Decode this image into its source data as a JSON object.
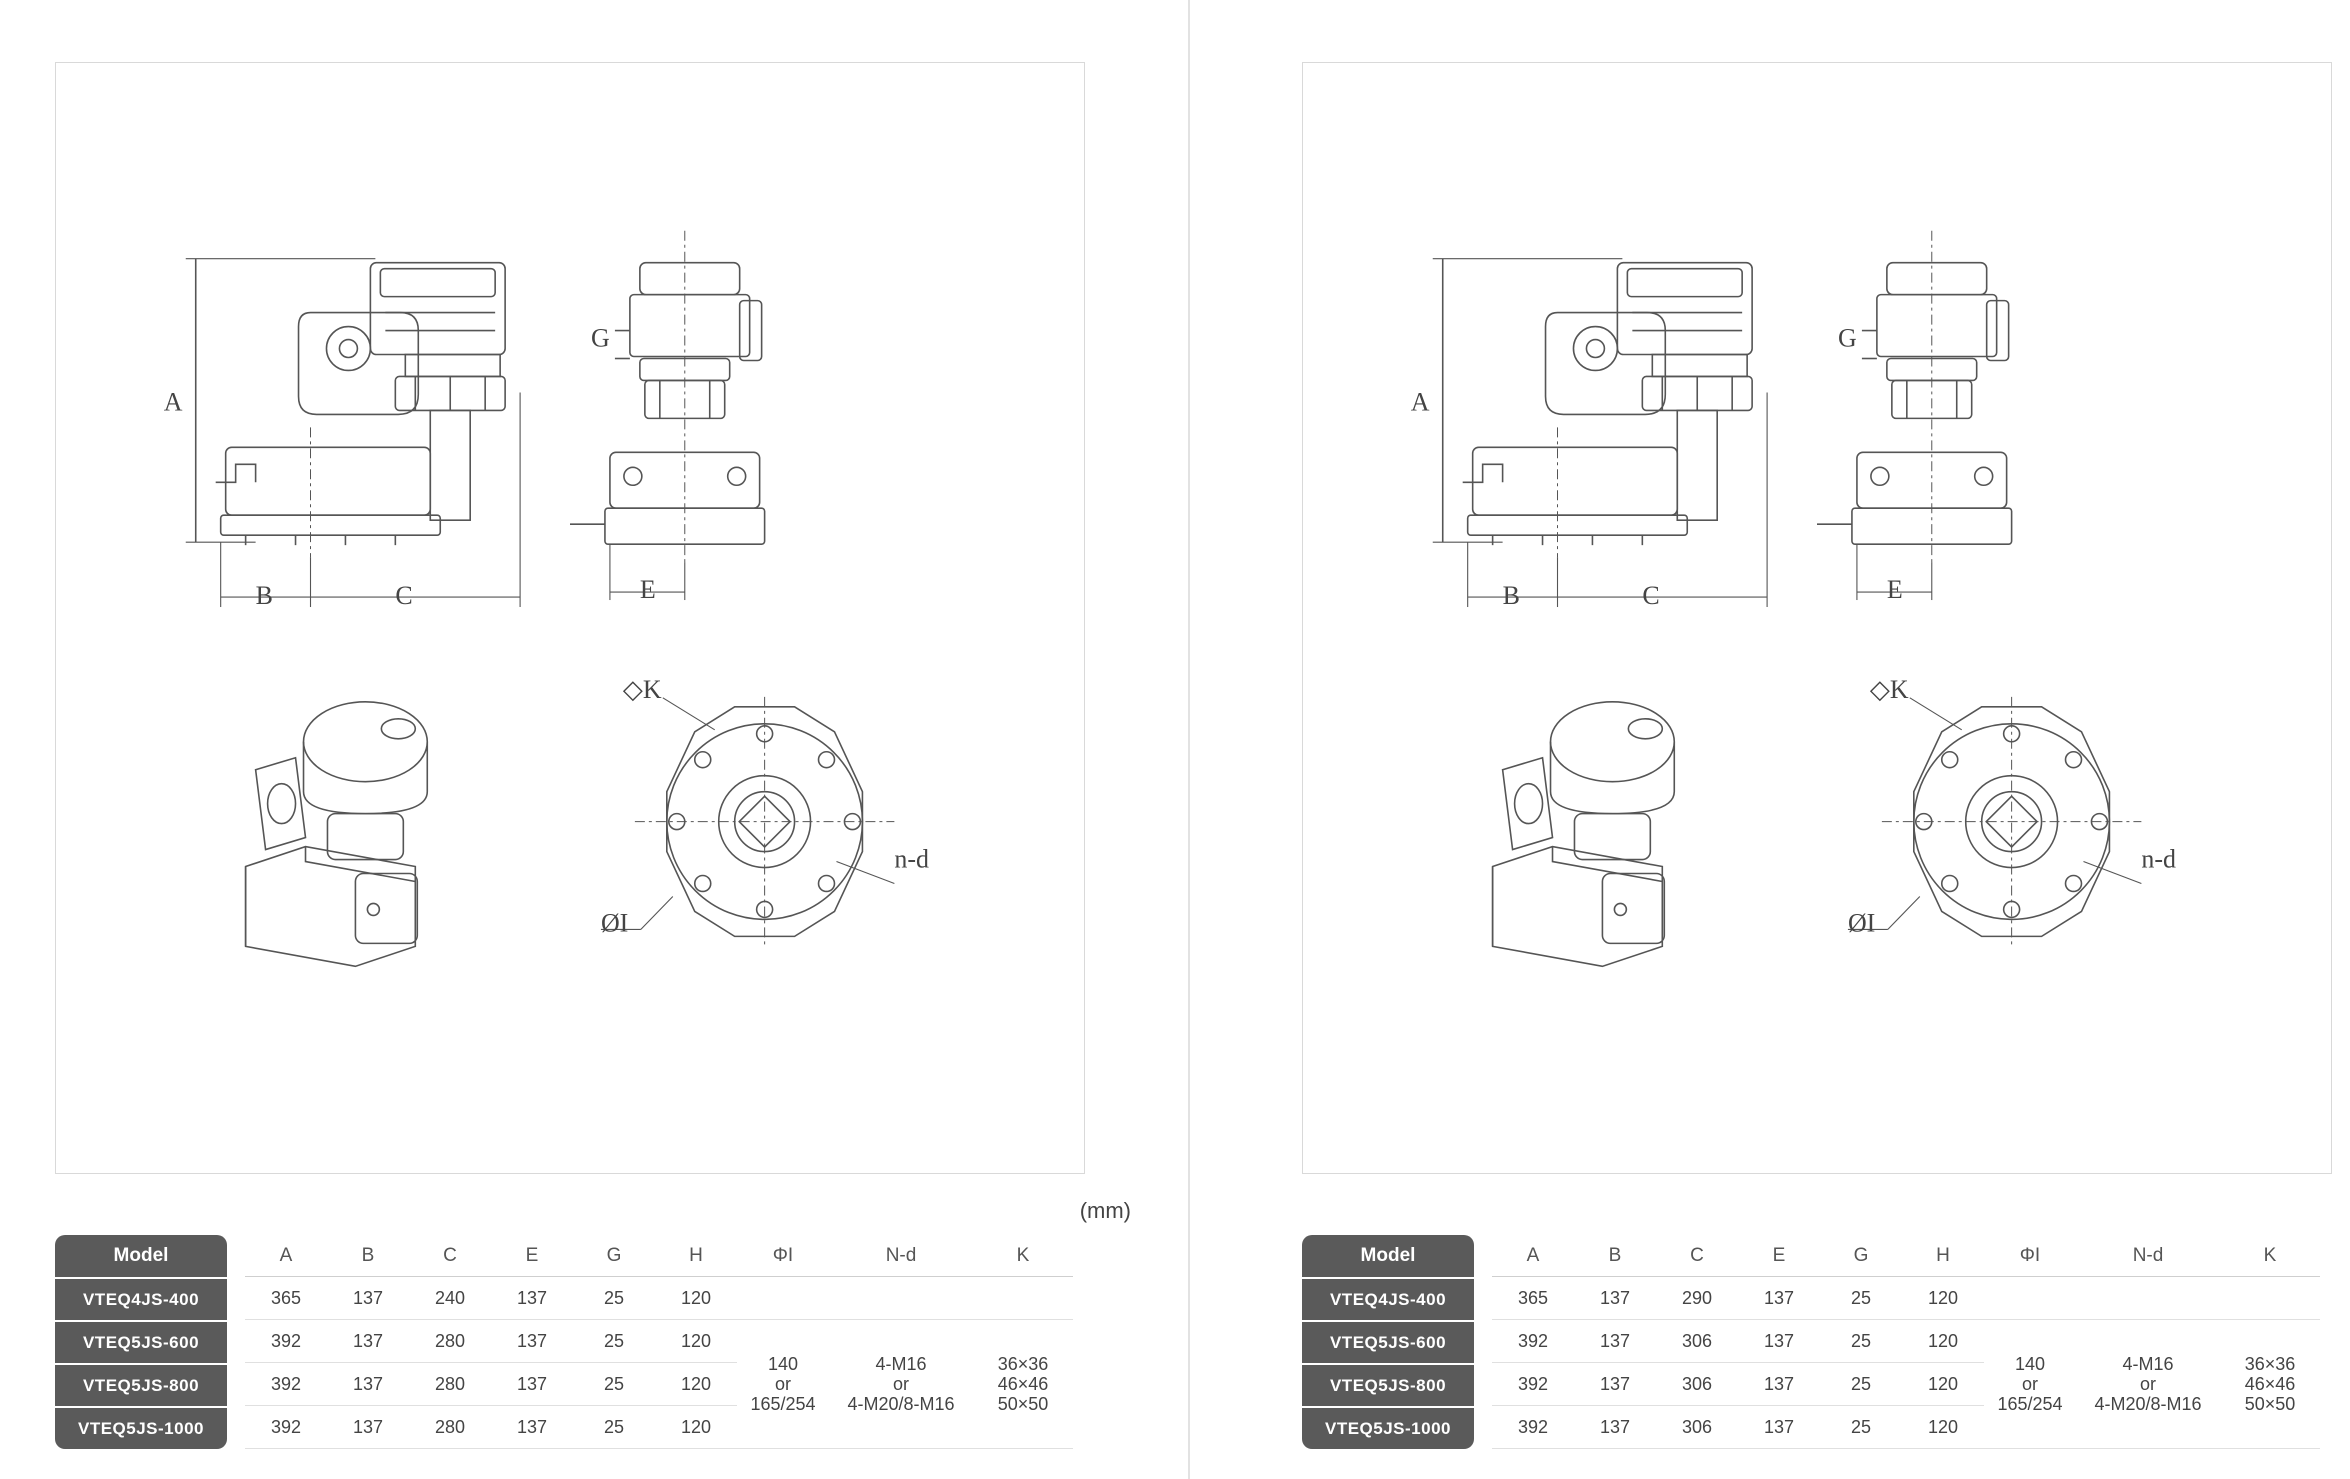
{
  "pages": [
    {
      "id": "left",
      "unit": "(mm)",
      "drawing_labels": {
        "A": "A",
        "B": "B",
        "C": "C",
        "G": "G",
        "E": "E",
        "K": "◇K",
        "I": "ØI",
        "nd": "n-d"
      },
      "headers": [
        "Model",
        "A",
        "B",
        "C",
        "E",
        "G",
        "H",
        "ΦI",
        "N-d",
        "K"
      ],
      "rows": [
        {
          "model": "VTEQ4JS-400",
          "A": "365",
          "B": "137",
          "C": "240",
          "E": "137",
          "G": "25",
          "H": "120"
        },
        {
          "model": "VTEQ5JS-600",
          "A": "392",
          "B": "137",
          "C": "280",
          "E": "137",
          "G": "25",
          "H": "120"
        },
        {
          "model": "VTEQ5JS-800",
          "A": "392",
          "B": "137",
          "C": "280",
          "E": "137",
          "G": "25",
          "H": "120"
        },
        {
          "model": "VTEQ5JS-1000",
          "A": "392",
          "B": "137",
          "C": "280",
          "E": "137",
          "G": "25",
          "H": "120"
        }
      ],
      "merged": {
        "phi_i": [
          "140",
          "or",
          "165/254"
        ],
        "nd": [
          "4-M16",
          "or",
          "4-M20/8-M16"
        ],
        "k": [
          "36×36",
          "46×46",
          "50×50"
        ]
      }
    },
    {
      "id": "right",
      "unit": "(mm)",
      "drawing_labels": {
        "A": "A",
        "B": "B",
        "C": "C",
        "G": "G",
        "E": "E",
        "K": "◇K",
        "I": "ØI",
        "nd": "n-d"
      },
      "headers": [
        "Model",
        "A",
        "B",
        "C",
        "E",
        "G",
        "H",
        "ΦI",
        "N-d",
        "K"
      ],
      "rows": [
        {
          "model": "VTEQ4JS-400",
          "A": "365",
          "B": "137",
          "C": "290",
          "E": "137",
          "G": "25",
          "H": "120"
        },
        {
          "model": "VTEQ5JS-600",
          "A": "392",
          "B": "137",
          "C": "306",
          "E": "137",
          "G": "25",
          "H": "120"
        },
        {
          "model": "VTEQ5JS-800",
          "A": "392",
          "B": "137",
          "C": "306",
          "E": "137",
          "G": "25",
          "H": "120"
        },
        {
          "model": "VTEQ5JS-1000",
          "A": "392",
          "B": "137",
          "C": "306",
          "E": "137",
          "G": "25",
          "H": "120"
        }
      ],
      "merged": {
        "phi_i": [
          "140",
          "or",
          "165/254"
        ],
        "nd": [
          "4-M16",
          "or",
          "4-M20/8-M16"
        ],
        "k": [
          "36×36",
          "46×46",
          "50×50"
        ]
      }
    }
  ]
}
